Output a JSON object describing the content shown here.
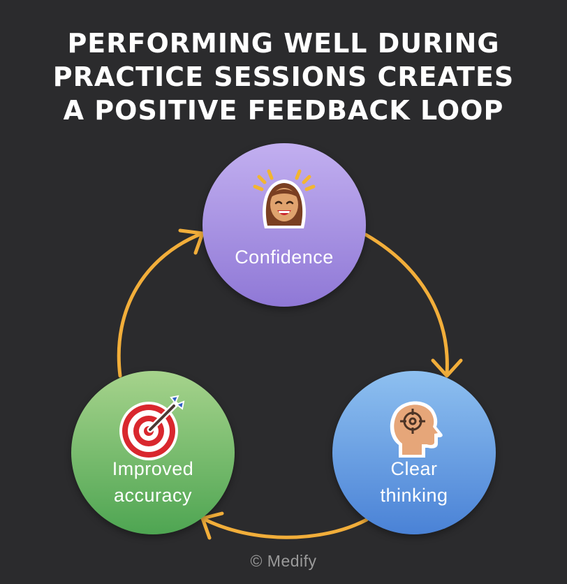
{
  "title": {
    "lines": [
      "PERFORMING WELL DURING",
      "PRACTICE SESSIONS CREATES",
      "A POSITIVE FEEDBACK LOOP"
    ]
  },
  "nodes": {
    "confidence": {
      "label": "Confidence",
      "icon": "smiling-woman-icon"
    },
    "clear_thinking": {
      "label_lines": [
        "Clear",
        "thinking"
      ],
      "icon": "head-with-target-icon"
    },
    "improved_accuracy": {
      "label_lines": [
        "Improved",
        "accuracy"
      ],
      "icon": "bullseye-dart-icon"
    }
  },
  "colors": {
    "background": "#2b2b2d",
    "arrow": "#f2ae3a",
    "confidence": "#a58fe2",
    "clear_thinking": "#6aa2e6",
    "improved_accuracy": "#72bb6a"
  },
  "credit": "© Medify"
}
